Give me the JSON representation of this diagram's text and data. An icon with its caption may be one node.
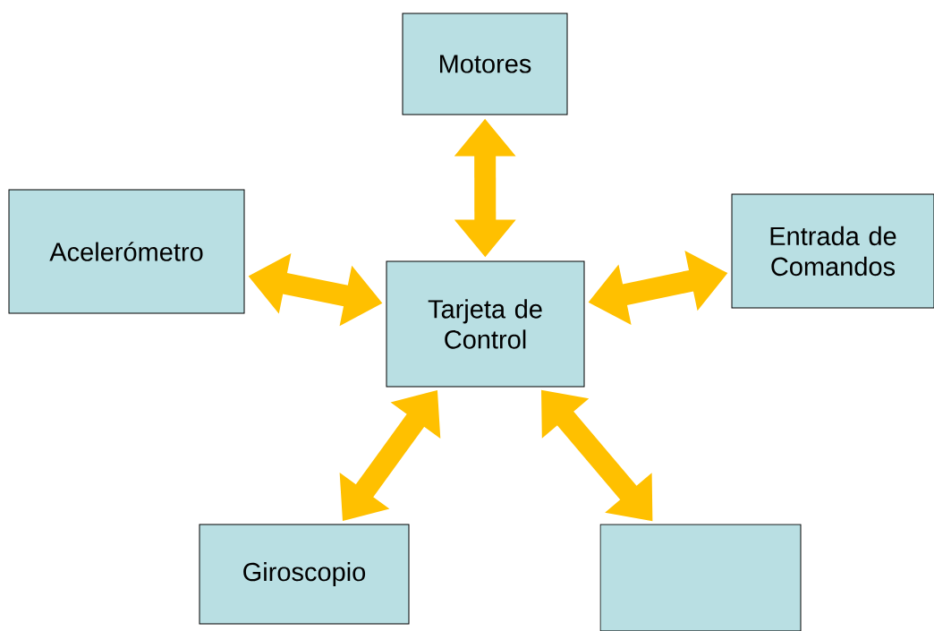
{
  "diagram": {
    "nodes": [
      {
        "text": [
          "Motores"
        ]
      },
      {
        "text": [
          "Acelerómetro"
        ]
      },
      {
        "text": [
          "Entrada de Comandos"
        ]
      },
      {
        "text": [
          "Tarjeta de Control"
        ]
      },
      {
        "text": [
          "Giroscopio"
        ]
      },
      {
        "text": [],
        "shape": "box"
      }
    ],
    "edges": [
      {
        "from": 3,
        "to": 0,
        "arrow": "both"
      },
      {
        "from": 3,
        "to": 1,
        "arrow": "both"
      },
      {
        "from": 3,
        "to": 2,
        "arrow": "both"
      },
      {
        "from": 3,
        "to": 4,
        "arrow": "both"
      },
      {
        "from": 3,
        "to": 5,
        "arrow": "both"
      }
    ]
  }
}
